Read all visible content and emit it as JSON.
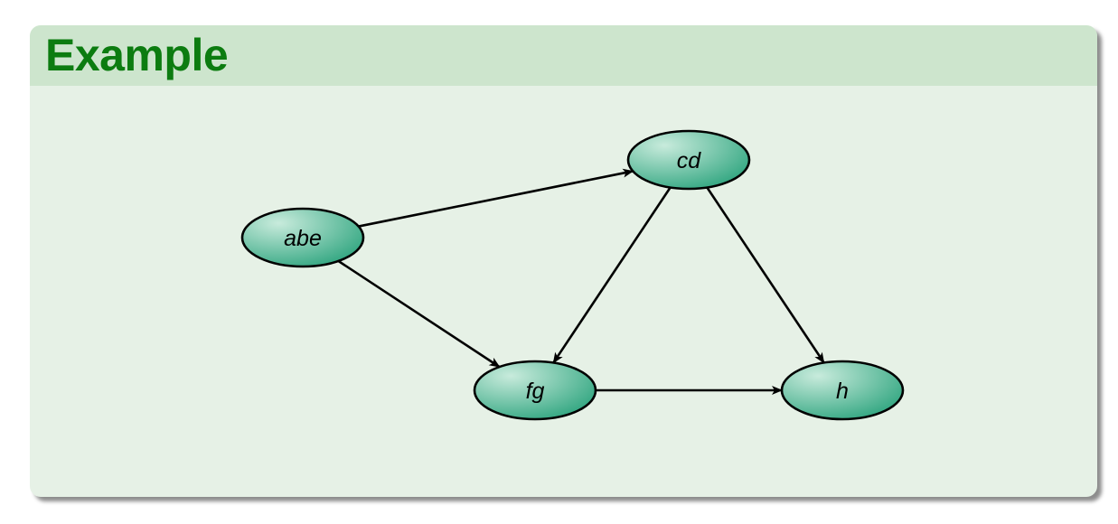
{
  "block": {
    "title": "Example"
  },
  "colors": {
    "title": "#0c7c10",
    "header_bg": "#cde5cd",
    "body_bg": "#e6f1e6",
    "node_fill_light": "#c8ebdc",
    "node_fill_dark": "#2fa57f"
  },
  "graph": {
    "nodes": [
      {
        "id": "abe",
        "label": "abe"
      },
      {
        "id": "cd",
        "label": "cd"
      },
      {
        "id": "fg",
        "label": "fg"
      },
      {
        "id": "h",
        "label": "h"
      }
    ],
    "edges": [
      {
        "from": "abe",
        "to": "cd"
      },
      {
        "from": "abe",
        "to": "fg"
      },
      {
        "from": "cd",
        "to": "fg"
      },
      {
        "from": "cd",
        "to": "h"
      },
      {
        "from": "fg",
        "to": "h"
      }
    ]
  }
}
